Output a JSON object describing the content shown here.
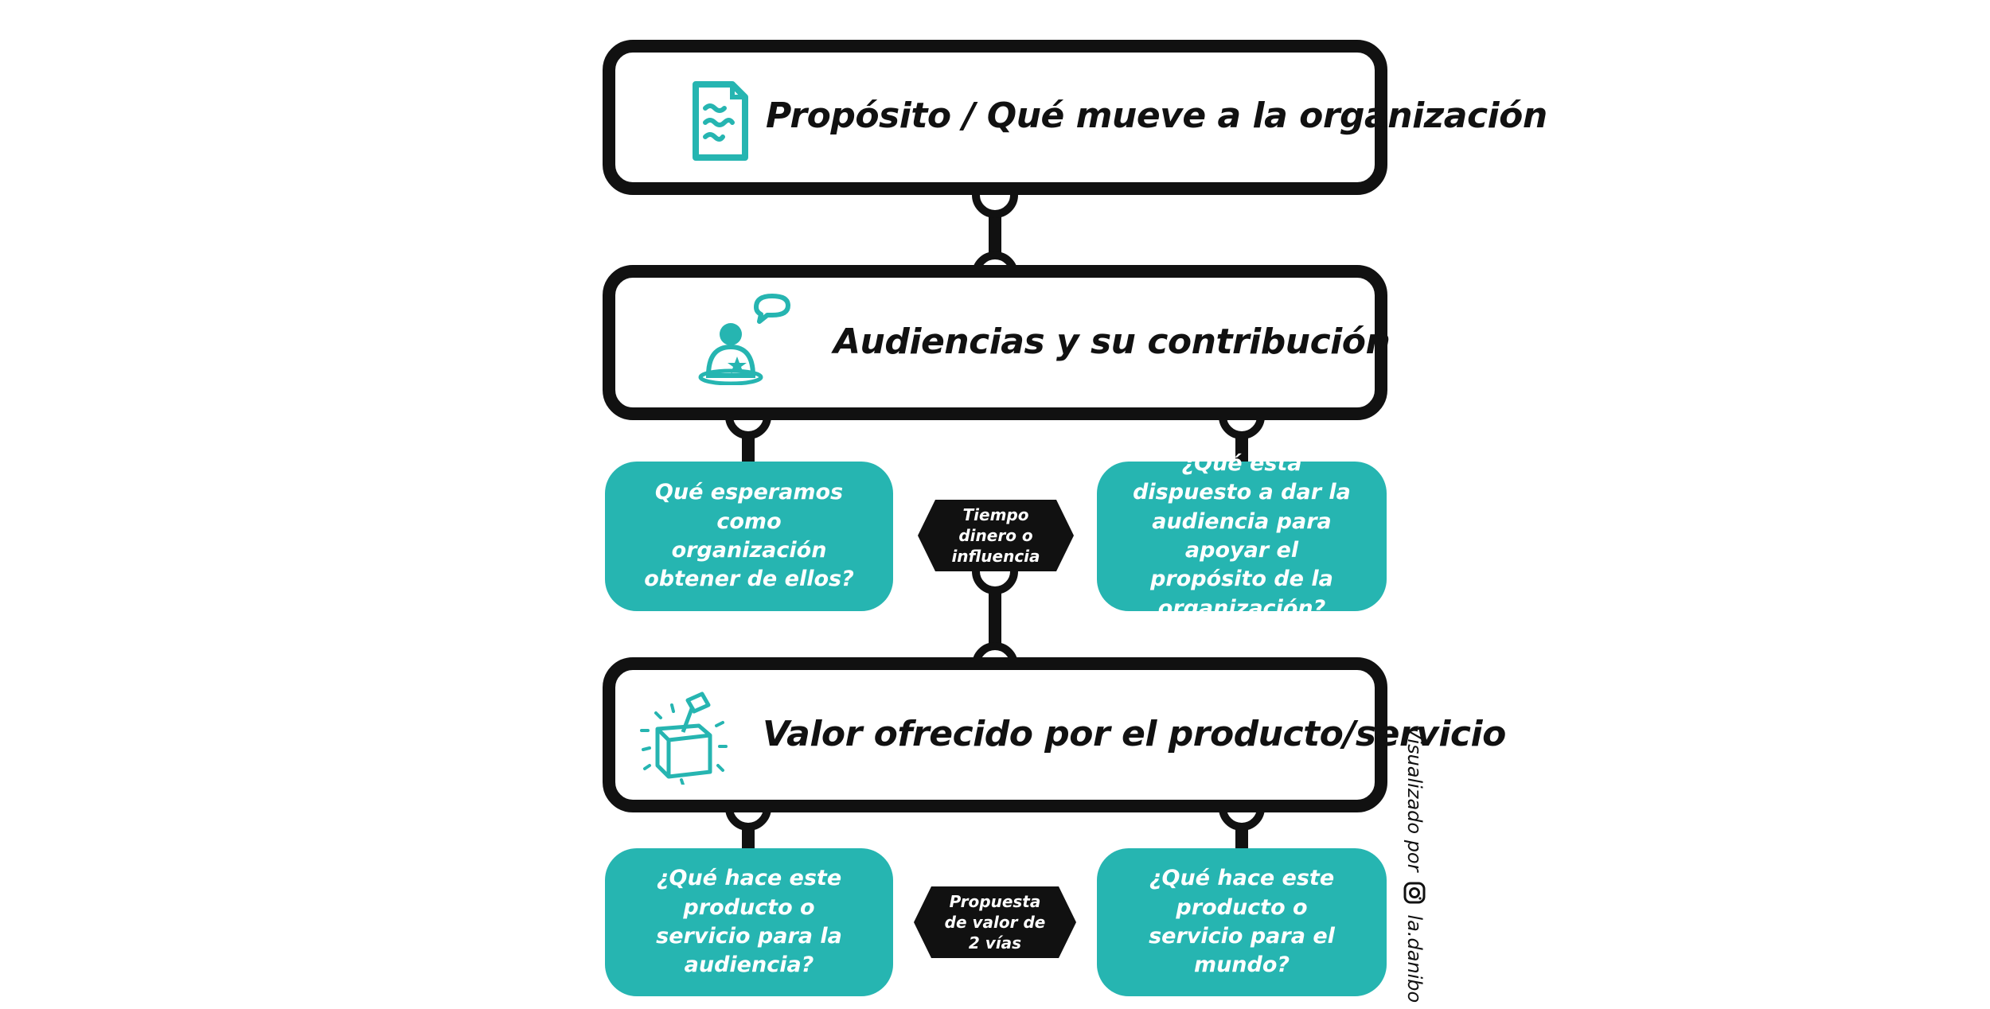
{
  "boxes": {
    "purpose": {
      "title": "Propósito / Qué mueve a la organización",
      "icon": "document-icon"
    },
    "audiences": {
      "title": "Audiencias y su contribución",
      "icon": "person-speech-icon"
    },
    "value": {
      "title": "Valor ofrecido por el producto/servicio",
      "icon": "gift-box-icon"
    }
  },
  "cards": {
    "expect": "Qué esperamos como organización obtener de ellos?",
    "willing": "¿Qué está dispuesto a dar la audiencia para apoyar el propósito de la organización?",
    "product_audience": "¿Qué hace este producto o servicio para la audiencia?",
    "product_world": "¿Qué hace este producto o servicio para el mundo?"
  },
  "hexes": {
    "time": "Tiempo dinero o influencia",
    "proposal": "Propuesta de valor de 2 vías"
  },
  "credit": {
    "prefix": "Visualizado por",
    "handle": "la.danibo",
    "icon": "instagram-icon"
  },
  "colors": {
    "teal": "#26b5b1",
    "dark": "#111111",
    "background": "#ffffff"
  }
}
